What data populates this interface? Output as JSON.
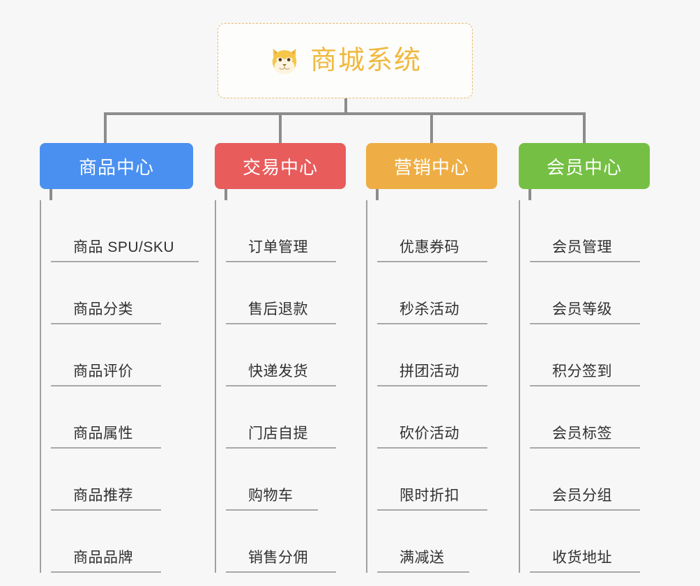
{
  "root": {
    "title": "商城系统",
    "icon": "shiba-dog-face-emoji",
    "title_color": "#f0b93f",
    "border_color": "#e8bb6a"
  },
  "categories": [
    {
      "label": "商品中心",
      "color": "#4a90f0",
      "items": [
        "商品 SPU/SKU",
        "商品分类",
        "商品评价",
        "商品属性",
        "商品推荐",
        "商品品牌"
      ]
    },
    {
      "label": "交易中心",
      "color": "#e85c5c",
      "items": [
        "订单管理",
        "售后退款",
        "快递发货",
        "门店自提",
        "购物车",
        "销售分佣"
      ]
    },
    {
      "label": "营销中心",
      "color": "#eeae45",
      "items": [
        "优惠券码",
        "秒杀活动",
        "拼团活动",
        "砍价活动",
        "限时折扣",
        "满减送"
      ]
    },
    {
      "label": "会员中心",
      "color": "#75c044",
      "items": [
        "会员管理",
        "会员等级",
        "积分签到",
        "会员标签",
        "会员分组",
        "收货地址"
      ]
    }
  ]
}
